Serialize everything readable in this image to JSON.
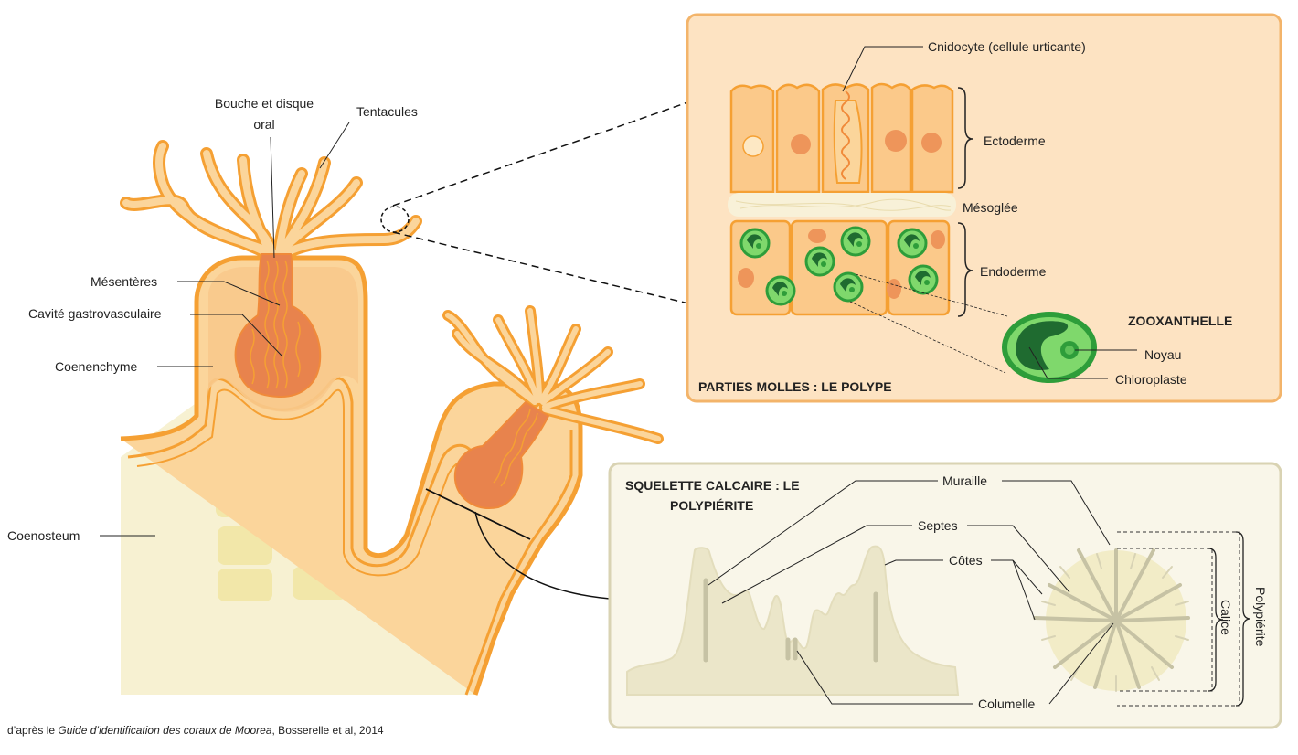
{
  "colors": {
    "coral_orange": "#f5a033",
    "soft_orange": "#fbd59b",
    "tissue_dark": "#e8834d",
    "skeleton": "#f7f1d2",
    "skeleton_block": "#f2e7a9",
    "panel_orange_bg": "#fde3c2",
    "panel_orange_border": "#f3b46a",
    "panel_beige_bg": "#f9f6e9",
    "panel_beige_border": "#d9d3b3",
    "zoox_green": "#2e9d3a",
    "zoox_light": "#7fd86c",
    "chloroplast": "#1f6b30"
  },
  "labels": {
    "bouche_line1": "Bouche et disque",
    "bouche_line2": "oral",
    "tentacules": "Tentacules",
    "mesenteres": "Mésentères",
    "cavite": "Cavité gastrovasculaire",
    "coenenchyme": "Coenenchyme",
    "coenosteum": "Coenosteum"
  },
  "polype_panel": {
    "title": "PARTIES MOLLES : LE POLYPE",
    "cnidocyte": "Cnidocyte (cellule urticante)",
    "ectoderme": "Ectoderme",
    "mesoglee": "Mésoglée",
    "endoderme": "Endoderme",
    "zooxanthelle": "ZOOXANTHELLE",
    "noyau": "Noyau",
    "chloroplaste": "Chloroplaste"
  },
  "squelette_panel": {
    "title_line1": "SQUELETTE CALCAIRE : LE",
    "title_line2": "POLYPIÉRITE",
    "muraille": "Muraille",
    "septes": "Septes",
    "cotes": "Côtes",
    "columelle": "Columelle",
    "calice": "Calice",
    "polypierite": "Polypiérite"
  },
  "credit": {
    "prefix": "d’après le ",
    "book": "Guide d’identification des coraux de Moorea",
    "suffix": ", Bosserelle et al, 2014"
  }
}
